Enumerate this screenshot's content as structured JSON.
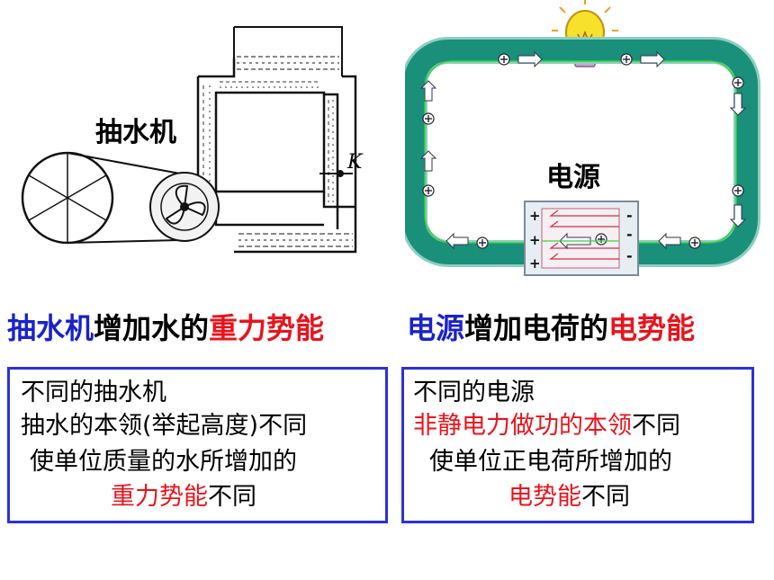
{
  "diagram": {
    "pump_label": "抽水机",
    "valve_label": "K",
    "source_label": "电源",
    "plus_sign": "+",
    "minus_sign": "-",
    "colors": {
      "circuit_fill": "#1a8f7a",
      "circuit_border": "#8ccfc0",
      "wire_line": "#39d13b",
      "battery_fill": "#e7eef3",
      "arrow_fill": "#ffffff",
      "bulb": "#f7e12a"
    }
  },
  "left": {
    "heading": {
      "part1": "抽水机",
      "part2": "增加水的",
      "part3": "重力势能"
    },
    "box": {
      "line1": "不同的抽水机",
      "line2": "抽水的本领(举起高度)不同",
      "line3": "使单位质量的水所增加的",
      "line4_red": "重力势能",
      "line4_rest": "不同"
    }
  },
  "right": {
    "heading": {
      "part1": "电源",
      "part2": "增加电荷的",
      "part3": "电势能"
    },
    "box": {
      "line1": "不同的电源",
      "line2_red": "非静电力做功的本领",
      "line2_rest": "不同",
      "line3": "使单位正电荷所增加的",
      "line4_red": "电势能",
      "line4_rest": "不同"
    }
  }
}
